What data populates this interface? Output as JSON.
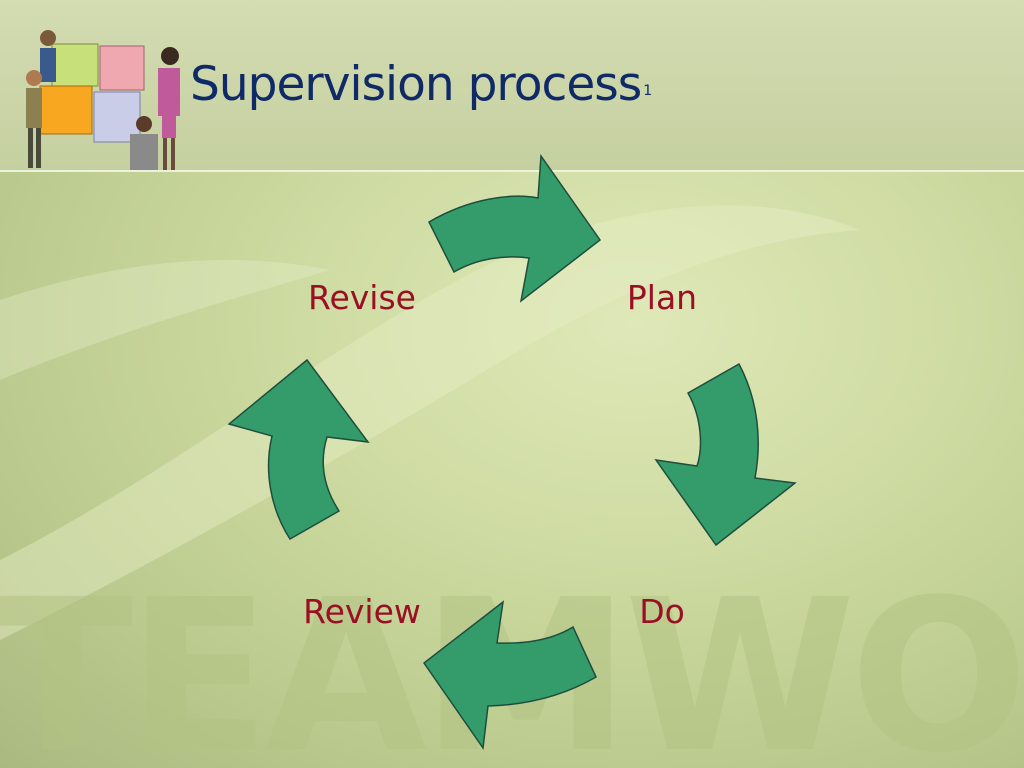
{
  "slide": {
    "title": "Supervision process",
    "title_footnote": "1",
    "watermark": "TEAMWORK"
  },
  "cycle": {
    "steps": [
      "Plan",
      "Do",
      "Review",
      "Revise"
    ]
  },
  "colors": {
    "title": "#0f2a66",
    "step_text": "#9a0f24",
    "arrow_fill": "#349c6a",
    "arrow_stroke": "#1f4d3d"
  },
  "icons": {
    "clipart": "team-puzzle-people-icon",
    "arrows": "curved-cycle-arrow-icon"
  }
}
